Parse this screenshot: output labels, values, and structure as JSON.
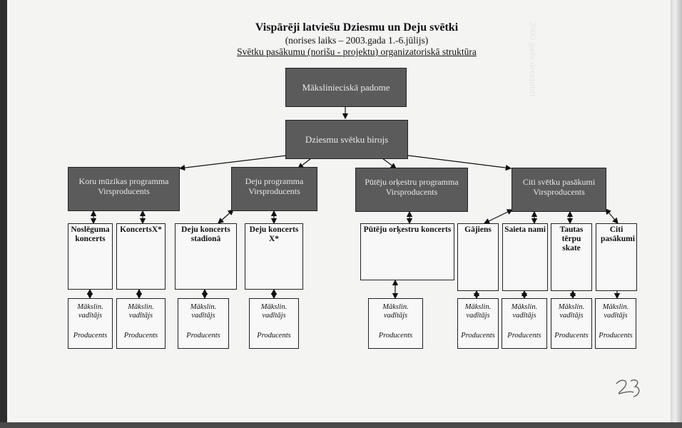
{
  "title": "Vispārēji latviešu Dziesmu un Deju svētki",
  "subtitle": "(norises laiks – 2003.gada 1.-6.jūlijs)",
  "heading": "Svētku pasākumu (norišu - projektu) organizatoriskā struktūra",
  "top": {
    "council": "Mākslinieciskā padome",
    "office": "Dziesmu svētku birojs"
  },
  "programs": [
    {
      "name": "Koru mūzikas programma",
      "role": "Virsproducents"
    },
    {
      "name": "Deju programma",
      "role": "Virsproducents"
    },
    {
      "name": "Pūtēju orķestru programma",
      "role": "Virsproducents"
    },
    {
      "name": "Citi svētku pasākumi",
      "role": "Virsproducents"
    }
  ],
  "events": [
    "Noslēguma koncerts",
    "KoncertsX*",
    "Deju koncerts stadionā",
    "Deju koncerts X*",
    "Pūtēju orķestru koncerts",
    "Gājiens",
    "Saieta nami",
    "Tautas tērpu skate",
    "Citi pasākumi"
  ],
  "staff": {
    "director_line1": "Mākslin.",
    "director_line2": "vadītājs",
    "producer": "Producents"
  },
  "colors": {
    "dark_box": "#5b5b5b",
    "dark_text": "#e8e8e8",
    "paper": "#f4f4f3"
  }
}
